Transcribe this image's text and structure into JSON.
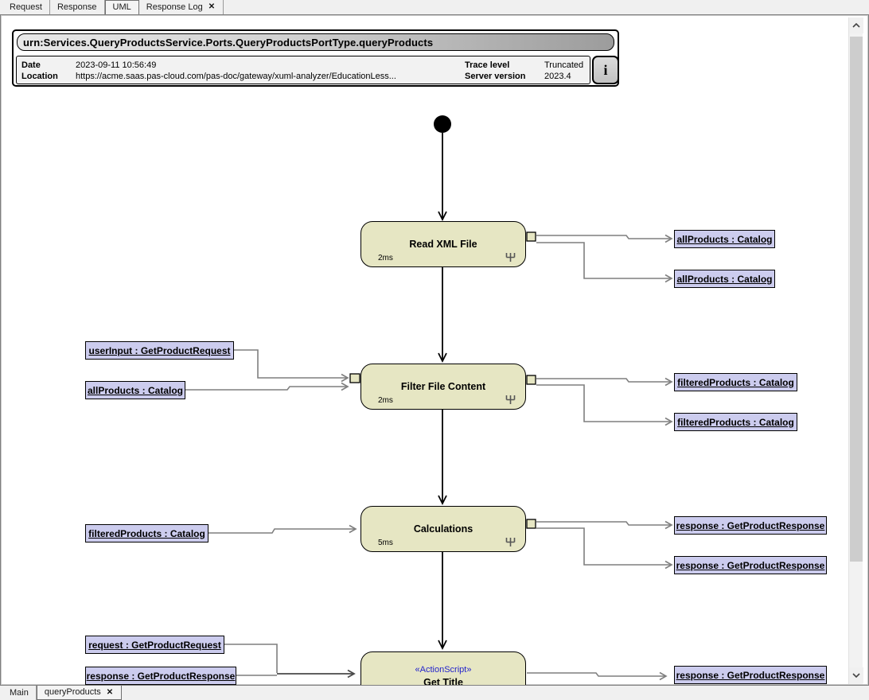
{
  "tabs_top": [
    {
      "label": "Request"
    },
    {
      "label": "Response"
    },
    {
      "label": "UML"
    },
    {
      "label": "Response Log"
    }
  ],
  "tabs_bottom": [
    {
      "label": "Main"
    },
    {
      "label": "queryProducts"
    }
  ],
  "icons": {
    "close": "✕"
  },
  "header": {
    "title": "urn:Services.QueryProductsService.Ports.QueryProductsPortType.queryProducts",
    "date_label": "Date",
    "date_value": "2023-09-11 10:56:49",
    "location_label": "Location",
    "location_value": "https://acme.saas.pas-cloud.com/pas-doc/gateway/xuml-analyzer/EducationLess...",
    "trace_level_label": "Trace level",
    "trace_level_value": "Truncated",
    "server_version_label": "Server version",
    "server_version_value": "2023.4",
    "info_button_label": "i"
  },
  "diagram": {
    "activities": [
      {
        "name": "Read XML File",
        "duration": "2ms"
      },
      {
        "name": "Filter File Content",
        "duration": "2ms"
      },
      {
        "name": "Calculations",
        "duration": "5ms"
      },
      {
        "name": "Get Title",
        "stereotype": "«ActionScript»",
        "duration": ""
      }
    ],
    "left_objects": [
      {
        "label": "userInput : GetProductRequest"
      },
      {
        "label": "allProducts : Catalog"
      },
      {
        "label": "filteredProducts : Catalog"
      },
      {
        "label": "request : GetProductRequest"
      },
      {
        "label": "response : GetProductResponse"
      }
    ],
    "right_objects": [
      {
        "label": "allProducts : Catalog"
      },
      {
        "label": "allProducts : Catalog"
      },
      {
        "label": "filteredProducts : Catalog"
      },
      {
        "label": "filteredProducts : Catalog"
      },
      {
        "label": "response : GetProductResponse"
      },
      {
        "label": "response : GetProductResponse"
      },
      {
        "label": "response : GetProductResponse"
      }
    ],
    "colors": {
      "activity_fill": "#e6e6c3",
      "object_fill": "#ccccee",
      "flow_line": "#7f7f7f",
      "control_line": "#000000",
      "stereotype_text": "#2222cc"
    }
  }
}
